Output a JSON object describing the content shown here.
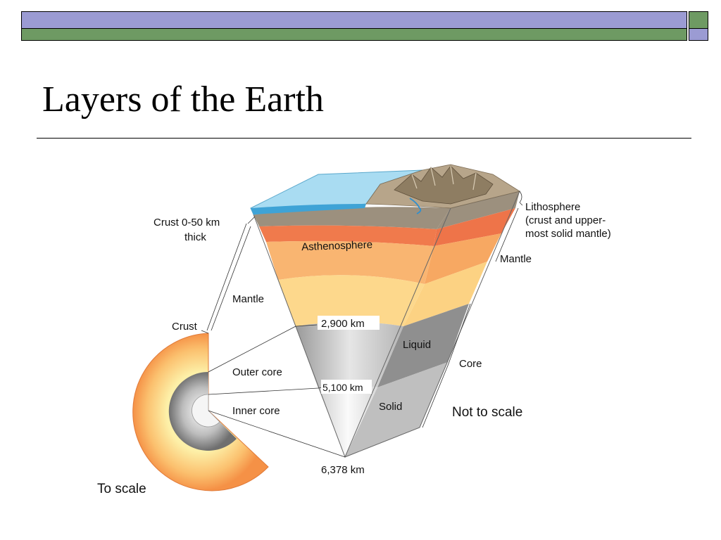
{
  "slide": {
    "title": "Layers of the Earth",
    "colors": {
      "bar_purple": "#9b9bd3",
      "bar_green": "#6e9a63"
    }
  },
  "diagram": {
    "labels": {
      "crust_thick_line1": "Crust  0-50 km",
      "crust_thick_line2": "thick",
      "asthenosphere": "Asthenosphere",
      "mantle_left": "Mantle",
      "crust_left": "Crust",
      "depth_2900": "2,900 km",
      "liquid": "Liquid",
      "outer_core": "Outer core",
      "depth_5100": "5,100 km",
      "solid": "Solid",
      "inner_core": "Inner core",
      "depth_6378": "6,378 km",
      "to_scale": "To scale",
      "lithosphere_line1": "Lithosphere",
      "lithosphere_line2": "(crust and upper-",
      "lithosphere_line3": "most solid mantle)",
      "mantle_right": "Mantle",
      "core_right": "Core",
      "not_to_scale": "Not to scale"
    },
    "colors": {
      "ocean": "#a9dcf2",
      "land": "#b7a58a",
      "crust_band": "#9c907e",
      "asthenosphere": "#f07a4c",
      "upper_mantle": "#f9b571",
      "lower_mantle": "#fdd88c",
      "outer_core": "#c8c8c8",
      "inner_core": "#ececec",
      "side_core": "#8f8f8f"
    }
  }
}
